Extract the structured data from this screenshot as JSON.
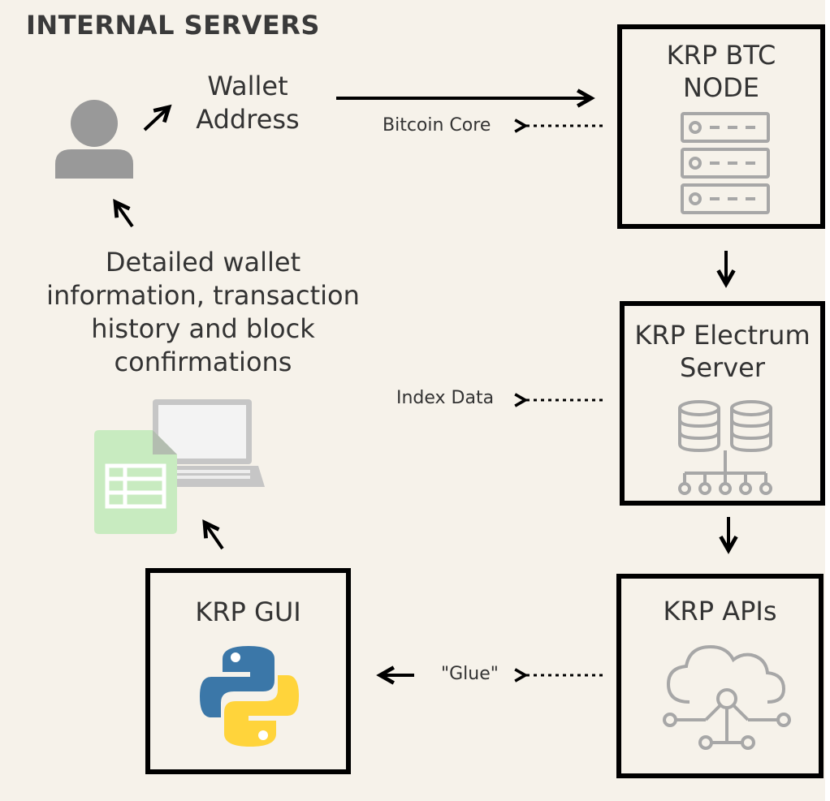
{
  "heading": "INTERNAL SERVERS",
  "user": {
    "wallet_label_line1": "Wallet",
    "wallet_label_line2": "Address"
  },
  "detail_text": [
    "Detailed wallet",
    "information, transaction",
    "history and block",
    "confirmations"
  ],
  "nodes": {
    "btc_node": {
      "line1": "KRP BTC",
      "line2": "NODE",
      "icon": "server-rack-icon"
    },
    "electrum": {
      "line1": "KRP Electrum",
      "line2": "Server",
      "icon": "database-network-icon"
    },
    "apis": {
      "line1": "KRP APIs",
      "icon": "cloud-network-icon"
    },
    "gui": {
      "line1": "KRP GUI",
      "icon": "python-logo-icon"
    }
  },
  "edge_labels": {
    "bitcoin_core": "Bitcoin Core",
    "index_data": "Index Data",
    "glue": "\"Glue\""
  },
  "icons": {
    "user": "user-icon",
    "spreadsheet": "spreadsheet-icon",
    "laptop": "laptop-icon"
  },
  "colors": {
    "background": "#f6f2ea",
    "icon_gray": "#999999",
    "sheet_green": "#c8ebc0",
    "python_blue": "#3b77a8",
    "python_yellow": "#ffd43b"
  }
}
